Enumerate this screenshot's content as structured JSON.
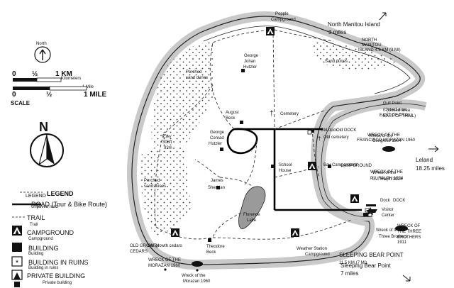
{
  "north_arrow_small": {
    "label": "North"
  },
  "scale": {
    "km_ticks": [
      "0",
      "½",
      "1 KM"
    ],
    "km_sub": [
      "Kilometers",
      "1 Mile"
    ],
    "mile_ticks": [
      "0",
      "½",
      "1 MILE"
    ],
    "label": "SCALE"
  },
  "north_arrow_large": {
    "label": "N"
  },
  "legend": {
    "title": "LEGEND",
    "title_ghost": "LEGEND",
    "road": "ROAD (Tour & Bike Route)",
    "road_ghost": "Unpaved road",
    "trail": "TRAIL",
    "trail_ghost": "Trail",
    "campground": "CAMPGROUND",
    "campground_ghost": "Campground",
    "building": "BUILDING",
    "building_ghost": "Building",
    "ruins": "BUILDING IN RUINS",
    "ruins_ghost": "Building in ruins",
    "private": "PRIVATE BUILDING",
    "private_ghost": "Private building"
  },
  "places": {
    "popple": [
      "Popple",
      "Campground"
    ],
    "north_manitou": [
      "North Manitou Island",
      "3 miles"
    ],
    "north_manitou_ghost": [
      "NORTH",
      "MANITOU",
      "ISLAND 4.8 KM (3 MI)"
    ],
    "sand_dunes_ne": "Sand dunes",
    "hutzler_george_johan": [
      "George",
      "Johan",
      "Hutzler"
    ],
    "perched_nw": [
      "Perched",
      "sand dunes"
    ],
    "august_beck": [
      "August",
      "Beck"
    ],
    "cemetery": "Cemetery",
    "old_dock": "Old dock",
    "old_dock_ghost": "Old DOCK",
    "old_cemetery": "Old cemetery",
    "gull_point": [
      "Gull Point",
      "(closed area",
      "EAST OF TRAIL)"
    ],
    "gull_point_ghost": [
      "(closed area",
      "EAST OF TRAIL)"
    ],
    "wreck_francisco": [
      "WRECK OF THE",
      "FRANCISCO MORAZAN 1960"
    ],
    "wreck_francisco_ghost": [
      "Wreck of the",
      "Congress 1904"
    ],
    "conrad_hutzler": [
      "George",
      "Conrad",
      "Hutzler"
    ],
    "elev": [
      "Elev",
      "306ft",
      "93m"
    ],
    "school_house": [
      "School",
      "House"
    ],
    "bay_campground": "Bay Campground",
    "bay_campground_ghost": "CAMPGROUND",
    "wreck_p_j_ralph": [
      "WRECK OF THE",
      "P.J. RALPH 1924"
    ],
    "wreck_p_j_ralph_ghost": [
      "Wreck of the",
      "P.J. Ralph 1924"
    ],
    "leland": [
      "Leland",
      "18.25 miles"
    ],
    "perched_sw": [
      "Perched",
      "sand dunes"
    ],
    "james_sheridan": [
      "James",
      "Sheridan"
    ],
    "dock": "Dock",
    "dock_ghost": "DOCK",
    "visitor_center": [
      "Visitor",
      "Center"
    ],
    "florence_lake": [
      "Florence",
      "Lake"
    ],
    "wreck_three_brothers": [
      "WRECK OF",
      "THE THREE",
      "BROTHERS"
    ],
    "wreck_three_brothers_ghost": [
      "Wreck of the",
      "Three Brothers",
      "1911"
    ],
    "old_growth": [
      "OLD GROWTH",
      "CEDARS"
    ],
    "old_growth_ghost": "Old growth cedars",
    "theodore_beck": [
      "Theodore",
      "Beck"
    ],
    "weather_station": [
      "Weather Station",
      "Campground"
    ],
    "sleeping_bear_point": [
      "SLEEPING BEAR POINT",
      "11.5 KM (7 MI)"
    ],
    "sleeping_bear_point_overlay": [
      "Sleeping Bear Point",
      "7 miles"
    ],
    "wreck_morazan_left": [
      "WRECK OF THE",
      "MORAZAN 1960"
    ],
    "wreck_morazan_bottom": [
      "Wreck of the",
      "Morazan 1960"
    ]
  }
}
